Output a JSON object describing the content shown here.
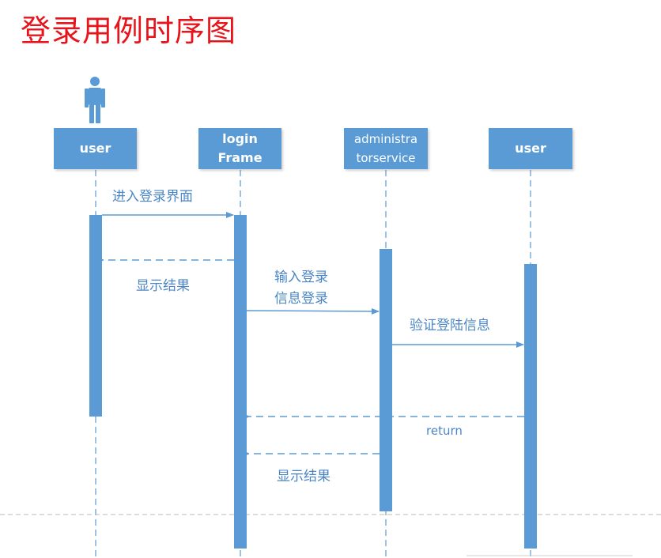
{
  "title": "登录用例时序图",
  "lifelines": [
    {
      "id": "user1",
      "label": "user"
    },
    {
      "id": "login",
      "label": "login\nFrame"
    },
    {
      "id": "admin",
      "label": "administra\ntorservice"
    },
    {
      "id": "user2",
      "label": "user"
    }
  ],
  "messages": [
    {
      "id": "m1",
      "text": "进入登录界面",
      "from": "user1",
      "to": "login",
      "type": "sync"
    },
    {
      "id": "m2",
      "text": "显示结果",
      "from": "login",
      "to": "user1",
      "type": "return"
    },
    {
      "id": "m3",
      "text": "输入登录\n信息登录",
      "from": "login",
      "to": "admin",
      "type": "sync"
    },
    {
      "id": "m4",
      "text": "验证登陆信息",
      "from": "admin",
      "to": "user2",
      "type": "sync"
    },
    {
      "id": "m5",
      "text": "return",
      "from": "user2",
      "to": "login",
      "type": "return"
    },
    {
      "id": "m6",
      "text": "显示结果",
      "from": "admin",
      "to": "login",
      "type": "return"
    }
  ],
  "colors": {
    "title": "#e8141b",
    "box": "#5b9bd5",
    "lifeline": "#5b9bd5",
    "label": "#4a86c5"
  }
}
